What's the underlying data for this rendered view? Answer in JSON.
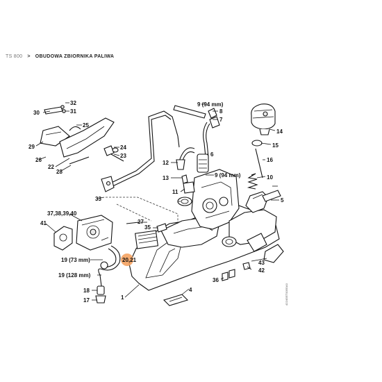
{
  "breadcrumb": {
    "root": "TS 800",
    "separator": ">",
    "current": "OBUDOWA ZBIORNIKA PALIWA"
  },
  "diagram": {
    "drawing_code": "4224GET005GA0",
    "highlight_color": "#f4a261",
    "callouts": {
      "c1": "1",
      "c4": "4",
      "c5": "5",
      "c6": "6",
      "c7": "7",
      "c8": "8",
      "c9a_num": "9",
      "c9a_size": " (94 mm)",
      "c9b_num": "9",
      "c9b_size": " (94 mm)",
      "c10": "10",
      "c11": "11",
      "c12": "12",
      "c13": "13",
      "c14": "14",
      "c15": "15",
      "c16": "16",
      "c17": "17",
      "c18": "18",
      "c19a_num": "19",
      "c19a_size": " (73 mm)",
      "c19b_num": "19",
      "c19b_size": " (128 mm)",
      "c2021": "20,21",
      "c22": "22",
      "c23": "23",
      "c24": "24",
      "c25": "25",
      "c26": "26",
      "c27": "27",
      "c28": "28",
      "c29": "29",
      "c30": "30",
      "c31": "31",
      "c32": "32",
      "c33": "33",
      "c35": "35",
      "c36": "36",
      "c3740": "37,38,39,40",
      "c41": "41",
      "c42": "42",
      "c43": "43"
    }
  }
}
